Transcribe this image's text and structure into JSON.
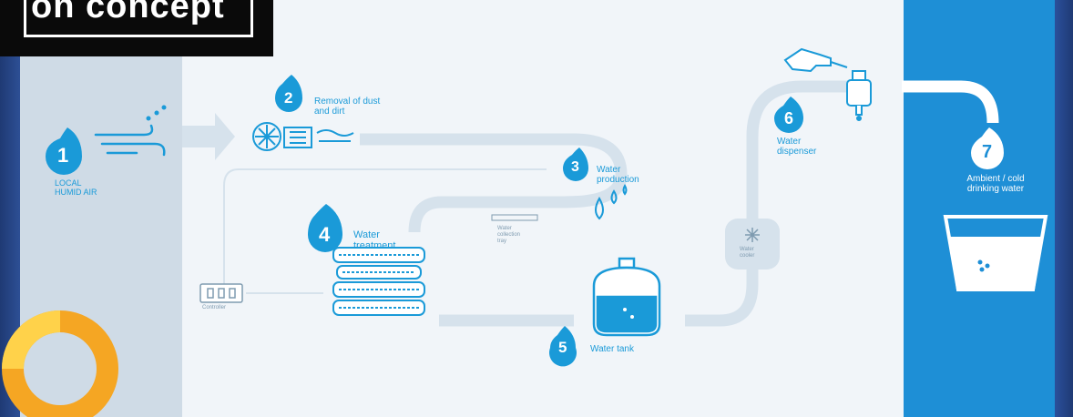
{
  "header": {
    "title": "on concept"
  },
  "steps": [
    {
      "number": "1",
      "label": "LOCAL\nHUMID AIR"
    },
    {
      "number": "2",
      "label": "Removal of dust\nand dirt"
    },
    {
      "number": "3",
      "label": "Water\nproduction"
    },
    {
      "number": "4",
      "label": "Water\ntreatment"
    },
    {
      "number": "5",
      "label": "Water tank"
    },
    {
      "number": "6",
      "label": "Water\ndispenser"
    },
    {
      "number": "7",
      "label": "Ambient / cold\ndrinking water"
    }
  ],
  "components": {
    "collection_tray": "Water\ncollection\ntray",
    "controller": "Controller",
    "water_cooler": "Water\ncooler"
  },
  "colors": {
    "accent": "#1a9ad8",
    "left_panel": "#cfdbe6",
    "right_panel": "#1e8fd6",
    "pipe": "#d6e2ec",
    "frame": "#2d4f95"
  }
}
